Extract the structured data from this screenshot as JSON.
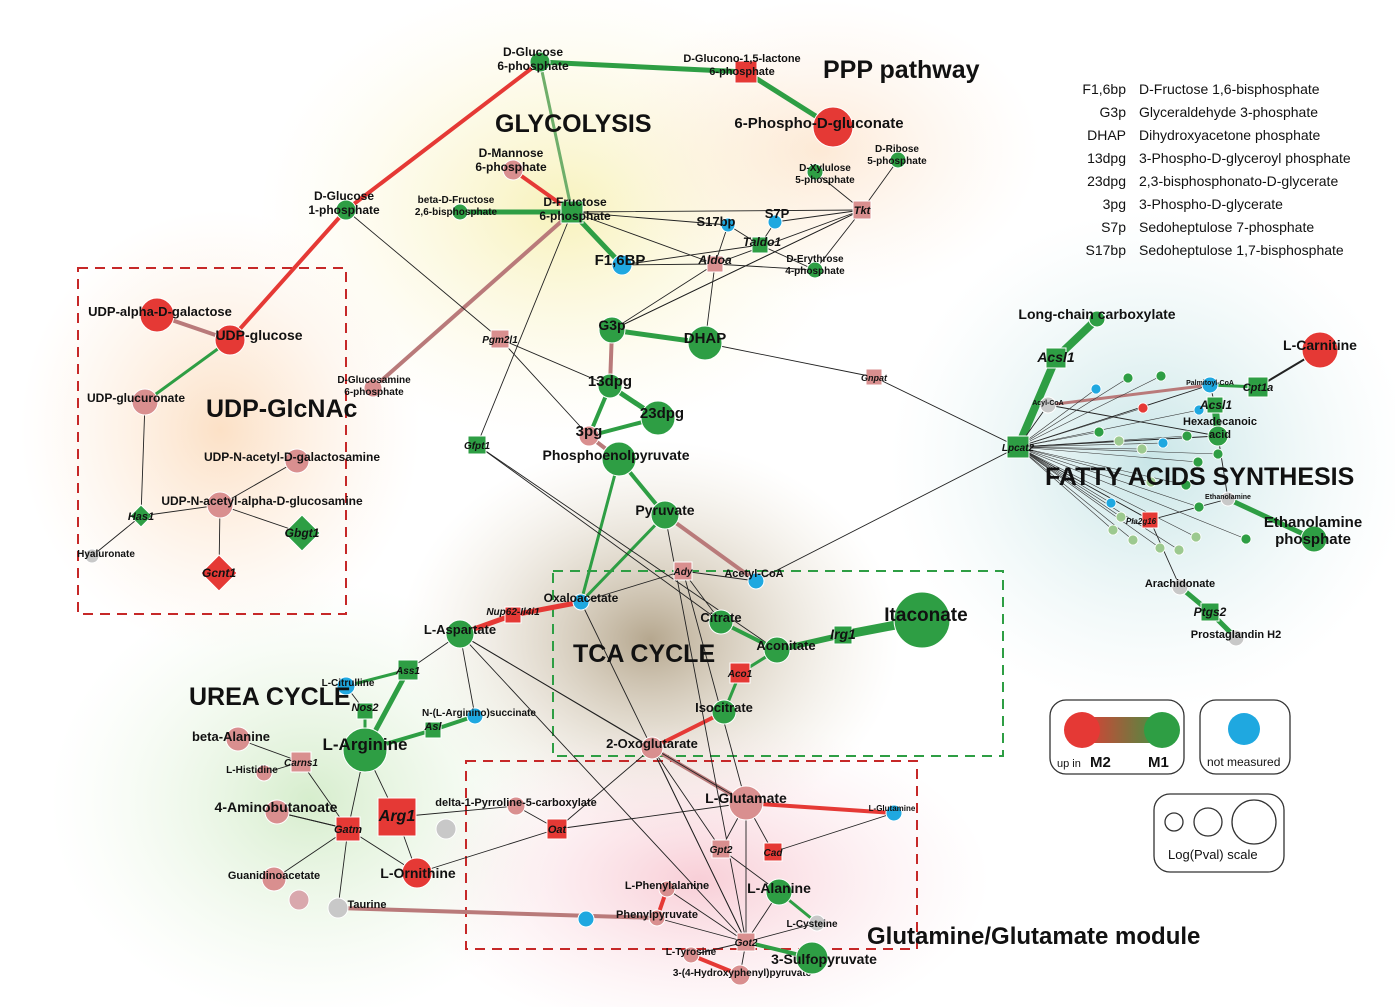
{
  "colors": {
    "up_m2": "#e53935",
    "up_m1": "#2e9e44",
    "neutral": "#c0a0a0",
    "not_measured": "#1fa8e0",
    "grey_node": "#c8c8c8",
    "module_red": "#c62828",
    "module_green": "#2e9e44"
  },
  "modules": {
    "ppp": "PPP pathway",
    "glycolysis": "GLYCOLYSIS",
    "udp": "UDP-GlcNAc",
    "fatty": "FATTY ACIDS SYNTHESIS",
    "tca": "TCA CYCLE",
    "urea": "UREA CYCLE",
    "glutamine": "Glutamine/Glutamate module"
  },
  "abbreviations": [
    {
      "abbr": "F1,6bp",
      "full": "D-Fructose 1,6-bisphosphate"
    },
    {
      "abbr": "G3p",
      "full": "Glyceraldehyde 3-phosphate"
    },
    {
      "abbr": "DHAP",
      "full": "Dihydroxyacetone phosphate"
    },
    {
      "abbr": "13dpg",
      "full": "3-Phospho-D-glyceroyl phosphate"
    },
    {
      "abbr": "23dpg",
      "full": "2,3-bisphosphonato-D-glycerate"
    },
    {
      "abbr": "3pg",
      "full": "3-Phospho-D-glycerate"
    },
    {
      "abbr": "S7p",
      "full": "Sedoheptulose 7-phosphate"
    },
    {
      "abbr": "S17bp",
      "full": "Sedoheptulose 1,7-bisphosphate"
    }
  ],
  "legend": {
    "up_in": "up in",
    "m2": "M2",
    "m1": "M1",
    "not_measured": "not measured",
    "scale": "Log(Pval) scale"
  },
  "nodes": [
    {
      "id": "g6p",
      "label": [
        "D-Glucose",
        "6-phosphate"
      ],
      "shape": "circle",
      "color": "green"
    },
    {
      "id": "glucono",
      "label": [
        "D-Glucono-1,5-lactone",
        "6-phosphate"
      ],
      "shape": "square",
      "color": "red"
    },
    {
      "id": "pgluconate",
      "label": [
        "6-Phospho-D-gluconate"
      ],
      "shape": "circle",
      "color": "red"
    },
    {
      "id": "man6p",
      "label": [
        "D-Mannose",
        "6-phosphate"
      ],
      "shape": "circle",
      "color": "pink"
    },
    {
      "id": "xyl5p",
      "label": [
        "D-Xylulose",
        "5-phosphate"
      ],
      "shape": "circle",
      "color": "green"
    },
    {
      "id": "rib5p",
      "label": [
        "D-Ribose",
        "5-phosphate"
      ],
      "shape": "circle",
      "color": "green"
    },
    {
      "id": "tkt",
      "label": [
        "Tkt"
      ],
      "shape": "square",
      "color": "pink",
      "enzyme": true
    },
    {
      "id": "g1p",
      "label": [
        "D-Glucose",
        "1-phosphate"
      ],
      "shape": "circle",
      "color": "green"
    },
    {
      "id": "bf26",
      "label": [
        "beta-D-Fructose",
        "2,6-bisphosphate"
      ],
      "shape": "circle",
      "color": "green"
    },
    {
      "id": "f6p",
      "label": [
        "D-Fructose",
        "6-phosphate"
      ],
      "shape": "square",
      "color": "green"
    },
    {
      "id": "s17bp",
      "label": [
        "S17bp"
      ],
      "shape": "circle",
      "color": "blue"
    },
    {
      "id": "s7p",
      "label": [
        "S7P"
      ],
      "shape": "circle",
      "color": "blue"
    },
    {
      "id": "taldo",
      "label": [
        "Taldo1"
      ],
      "shape": "square",
      "color": "green",
      "enzyme": true
    },
    {
      "id": "f16bp",
      "label": [
        "F1,6BP"
      ],
      "shape": "circle",
      "color": "blue"
    },
    {
      "id": "aldoa",
      "label": [
        "Aldoa"
      ],
      "shape": "square",
      "color": "pink",
      "enzyme": true
    },
    {
      "id": "e4p",
      "label": [
        "D-Erythrose",
        "4-phosphate"
      ],
      "shape": "circle",
      "color": "green"
    },
    {
      "id": "udpgal",
      "label": [
        "UDP-alpha-D-galactose"
      ],
      "shape": "circle",
      "color": "red"
    },
    {
      "id": "udpglc",
      "label": [
        "UDP-glucose"
      ],
      "shape": "circle",
      "color": "red"
    },
    {
      "id": "udpglcur",
      "label": [
        "UDP-glucuronate"
      ],
      "shape": "circle",
      "color": "pink"
    },
    {
      "id": "udpgalnac",
      "label": [
        "UDP-N-acetyl-D-galactosamine"
      ],
      "shape": "circle",
      "color": "pink"
    },
    {
      "id": "udpglcnac",
      "label": [
        "UDP-N-acetyl-alpha-D-glucosamine"
      ],
      "shape": "circle",
      "color": "pink"
    },
    {
      "id": "has1",
      "label": [
        "Has1"
      ],
      "shape": "diamond",
      "color": "green",
      "enzyme": true
    },
    {
      "id": "gbgt1",
      "label": [
        "Gbgt1"
      ],
      "shape": "diamond",
      "color": "green",
      "enzyme": true
    },
    {
      "id": "gcnt1",
      "label": [
        "Gcnt1"
      ],
      "shape": "diamond",
      "color": "red",
      "enzyme": true
    },
    {
      "id": "hyal",
      "label": [
        "Hyaluronate"
      ],
      "shape": "circle",
      "color": "grey"
    },
    {
      "id": "glcn6p",
      "label": [
        "D-Glucosamine",
        "6-phosphate"
      ],
      "shape": "circle",
      "color": "pink"
    },
    {
      "id": "pgm2l1",
      "label": [
        "Pgm2l1"
      ],
      "shape": "square",
      "color": "pink",
      "enzyme": true
    },
    {
      "id": "gfpt1",
      "label": [
        "Gfpt1"
      ],
      "shape": "square",
      "color": "green",
      "enzyme": true
    },
    {
      "id": "g3p",
      "label": [
        "G3p"
      ],
      "shape": "circle",
      "color": "green"
    },
    {
      "id": "dhap",
      "label": [
        "DHAP"
      ],
      "shape": "circle",
      "color": "green"
    },
    {
      "id": "gnpat",
      "label": [
        "Gnpat"
      ],
      "shape": "square",
      "color": "pink",
      "enzyme": true
    },
    {
      "id": "dpg13",
      "label": [
        "13dpg"
      ],
      "shape": "circle",
      "color": "green"
    },
    {
      "id": "dpg23",
      "label": [
        "23dpg"
      ],
      "shape": "circle",
      "color": "green"
    },
    {
      "id": "pg3",
      "label": [
        "3pg"
      ],
      "shape": "circle",
      "color": "pink"
    },
    {
      "id": "pep",
      "label": [
        "Phosphoenolpyruvate"
      ],
      "shape": "circle",
      "color": "green"
    },
    {
      "id": "pyr",
      "label": [
        "Pyruvate"
      ],
      "shape": "circle",
      "color": "green"
    },
    {
      "id": "ady",
      "label": [
        "Ady"
      ],
      "shape": "square",
      "color": "pink",
      "enzyme": true
    },
    {
      "id": "acoa",
      "label": [
        "Acetyl-CoA"
      ],
      "shape": "circle",
      "color": "blue"
    },
    {
      "id": "oaa",
      "label": [
        "Oxaloacetate"
      ],
      "shape": "circle",
      "color": "blue"
    },
    {
      "id": "nup",
      "label": [
        "Nup62-Il4i1"
      ],
      "shape": "square",
      "color": "red",
      "enzyme": true
    },
    {
      "id": "asp",
      "label": [
        "L-Aspartate"
      ],
      "shape": "circle",
      "color": "green"
    },
    {
      "id": "cit",
      "label": [
        "Citrate"
      ],
      "shape": "circle",
      "color": "green"
    },
    {
      "id": "acon",
      "label": [
        "Aconitate"
      ],
      "shape": "circle",
      "color": "green"
    },
    {
      "id": "ita",
      "label": [
        "Itaconate"
      ],
      "shape": "circle",
      "color": "green"
    },
    {
      "id": "irg1",
      "label": [
        "Irg1"
      ],
      "shape": "square",
      "color": "green",
      "enzyme": true
    },
    {
      "id": "aco1",
      "label": [
        "Aco1"
      ],
      "shape": "square",
      "color": "red",
      "enzyme": true
    },
    {
      "id": "icit",
      "label": [
        "Isocitrate"
      ],
      "shape": "circle",
      "color": "green"
    },
    {
      "id": "akg",
      "label": [
        "2-Oxoglutarate"
      ],
      "shape": "circle",
      "color": "pink"
    },
    {
      "id": "lcitr",
      "label": [
        "L-Citrulline"
      ],
      "shape": "circle",
      "color": "blue"
    },
    {
      "id": "ass1",
      "label": [
        "Ass1"
      ],
      "shape": "square",
      "color": "green",
      "enzyme": true
    },
    {
      "id": "nos2",
      "label": [
        "Nos2"
      ],
      "shape": "square",
      "color": "green",
      "enzyme": true
    },
    {
      "id": "argsuc",
      "label": [
        "N-(L-Arginino)succinate"
      ],
      "shape": "circle",
      "color": "blue"
    },
    {
      "id": "asl",
      "label": [
        "Asl"
      ],
      "shape": "square",
      "color": "green",
      "enzyme": true
    },
    {
      "id": "arg",
      "label": [
        "L-Arginine"
      ],
      "shape": "circle",
      "color": "green"
    },
    {
      "id": "bala",
      "label": [
        "beta-Alanine"
      ],
      "shape": "circle",
      "color": "pink"
    },
    {
      "id": "carns1",
      "label": [
        "Carns1"
      ],
      "shape": "square",
      "color": "pink",
      "enzyme": true
    },
    {
      "id": "lhis",
      "label": [
        "L-Histidine"
      ],
      "shape": "circle",
      "color": "pink"
    },
    {
      "id": "gaba",
      "label": [
        "4-Aminobutanoate"
      ],
      "shape": "circle",
      "color": "pink"
    },
    {
      "id": "gatm",
      "label": [
        "Gatm"
      ],
      "shape": "square",
      "color": "red",
      "enzyme": true
    },
    {
      "id": "arg1",
      "label": [
        "Arg1"
      ],
      "shape": "square",
      "color": "red",
      "enzyme": true
    },
    {
      "id": "p5c",
      "label": [
        "delta-1-Pyrroline-5-carboxylate"
      ],
      "shape": "circle",
      "color": "pink"
    },
    {
      "id": "oat",
      "label": [
        "Oat"
      ],
      "shape": "square",
      "color": "red",
      "enzyme": true
    },
    {
      "id": "orn",
      "label": [
        "L-Ornithine"
      ],
      "shape": "circle",
      "color": "red"
    },
    {
      "id": "guan",
      "label": [
        "Guanidinoacetate"
      ],
      "shape": "circle",
      "color": "pink"
    },
    {
      "id": "taur",
      "label": [
        "Taurine"
      ],
      "shape": "circle",
      "color": "grey"
    },
    {
      "id": "glu",
      "label": [
        "L-Glutamate"
      ],
      "shape": "circle",
      "color": "pink"
    },
    {
      "id": "gln",
      "label": [
        "L-Glutamine"
      ],
      "shape": "circle",
      "color": "blue"
    },
    {
      "id": "gpt2",
      "label": [
        "Gpt2"
      ],
      "shape": "square",
      "color": "pink",
      "enzyme": true
    },
    {
      "id": "cad",
      "label": [
        "Cad"
      ],
      "shape": "square",
      "color": "red",
      "enzyme": true
    },
    {
      "id": "phe",
      "label": [
        "L-Phenylalanine"
      ],
      "shape": "circle",
      "color": "pink"
    },
    {
      "id": "phepyr",
      "label": [
        "Phenylpyruvate"
      ],
      "shape": "circle",
      "color": "pink"
    },
    {
      "id": "ala",
      "label": [
        "L-Alanine"
      ],
      "shape": "circle",
      "color": "green"
    },
    {
      "id": "cys",
      "label": [
        "L-Cysteine"
      ],
      "shape": "circle",
      "color": "grey"
    },
    {
      "id": "got2",
      "label": [
        "Got2"
      ],
      "shape": "square",
      "color": "pink",
      "enzyme": true
    },
    {
      "id": "tyr",
      "label": [
        "L-Tyrosine"
      ],
      "shape": "circle",
      "color": "pink"
    },
    {
      "id": "hpp",
      "label": [
        "3-(4-Hydroxyphenyl)pyruvate"
      ],
      "shape": "circle",
      "color": "pink"
    },
    {
      "id": "sulfo",
      "label": [
        "3-Sulfopyruvate"
      ],
      "shape": "circle",
      "color": "green"
    },
    {
      "id": "lcc",
      "label": [
        "Long-chain carboxylate"
      ],
      "shape": "circle",
      "color": "green"
    },
    {
      "id": "acsl1a",
      "label": [
        "Acsl1"
      ],
      "shape": "square",
      "color": "green",
      "enzyme": true
    },
    {
      "id": "carn",
      "label": [
        "L-Carnitine"
      ],
      "shape": "circle",
      "color": "red"
    },
    {
      "id": "cpt1a",
      "label": [
        "Cpt1a"
      ],
      "shape": "square",
      "color": "green",
      "enzyme": true
    },
    {
      "id": "palm",
      "label": [
        "Palmitoyl-CoA"
      ],
      "shape": "circle",
      "color": "blue"
    },
    {
      "id": "acyl",
      "label": [
        "Acyl-CoA"
      ],
      "shape": "circle",
      "color": "grey"
    },
    {
      "id": "acsl1b",
      "label": [
        "Acsl1"
      ],
      "shape": "square",
      "color": "green",
      "enzyme": true
    },
    {
      "id": "hexa",
      "label": [
        "Hexadecanoic",
        "acid"
      ],
      "shape": "circle",
      "color": "green"
    },
    {
      "id": "lpcat2",
      "label": [
        "Lpcat2"
      ],
      "shape": "square",
      "color": "green",
      "enzyme": true
    },
    {
      "id": "ethanol",
      "label": [
        "Ethanolamine"
      ],
      "shape": "circle",
      "color": "grey"
    },
    {
      "id": "pla2g16",
      "label": [
        "Pla2g16"
      ],
      "shape": "square",
      "color": "red",
      "enzyme": true
    },
    {
      "id": "ethp",
      "label": [
        "Ethanolamine",
        "phosphate"
      ],
      "shape": "circle",
      "color": "green"
    },
    {
      "id": "arach",
      "label": [
        "Arachidonate"
      ],
      "shape": "circle",
      "color": "grey"
    },
    {
      "id": "ptgs2",
      "label": [
        "Ptgs2"
      ],
      "shape": "square",
      "color": "green",
      "enzyme": true
    },
    {
      "id": "pgh2",
      "label": [
        "Prostaglandin H2"
      ],
      "shape": "circle",
      "color": "grey"
    }
  ]
}
